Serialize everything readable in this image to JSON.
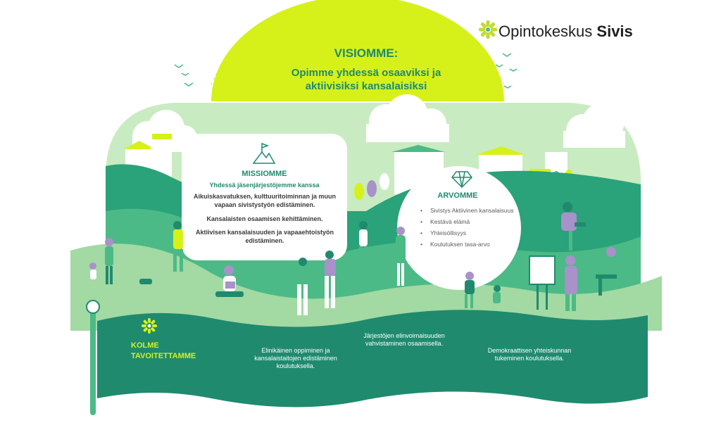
{
  "logo": {
    "name_regular": "Opintokeskus ",
    "name_bold": "Sivis",
    "icon": "snowflake-logo-icon"
  },
  "vision": {
    "heading": "VISIOMME:",
    "line1": "Opimme yhdessä osaaviksi ja",
    "line2": "aktiivisiksi kansalaisiksi"
  },
  "mission": {
    "icon": "mountain-flag-icon",
    "title": "MISSIOMME",
    "subtitle": "Yhdessä jäsenjärjestöjemme kanssa",
    "items": [
      "Aikuiskasvatuksen, kulttuuritoiminnan ja muun vapaan sivistystyön edistäminen.",
      "Kansalaisten osaamisen kehittäminen.",
      "Aktiivisen kansalaisuuden ja vapaaehtoistyön edistäminen."
    ]
  },
  "values": {
    "icon": "diamond-icon",
    "title": "ARVOMME",
    "items": [
      "Sivistys Aktiivinen kansalaisuus",
      "Kestävä elämä",
      "Yhteisöllisyys",
      "Koulutuksen tasa-arvo"
    ]
  },
  "goals": {
    "icon": "snowflake-logo-icon",
    "title_line1": "KOLME",
    "title_line2": "TAVOITETTAMME",
    "items": [
      "Elinikäinen oppiminen ja kansalaistaitojen edistäminen koulutuksella.",
      "Järjestöjen elinvoimaisuuden vahvistaminen osaamisella.",
      "Demokraattisen yhteiskunnan tukeminen koulutuksella."
    ]
  },
  "colors": {
    "dark_green": "#1f8a6e",
    "mid_green": "#4cba86",
    "light_green": "#a3d9a3",
    "pale_green": "#c9ebc1",
    "lime": "#d6f11a",
    "purple": "#a892c9"
  }
}
